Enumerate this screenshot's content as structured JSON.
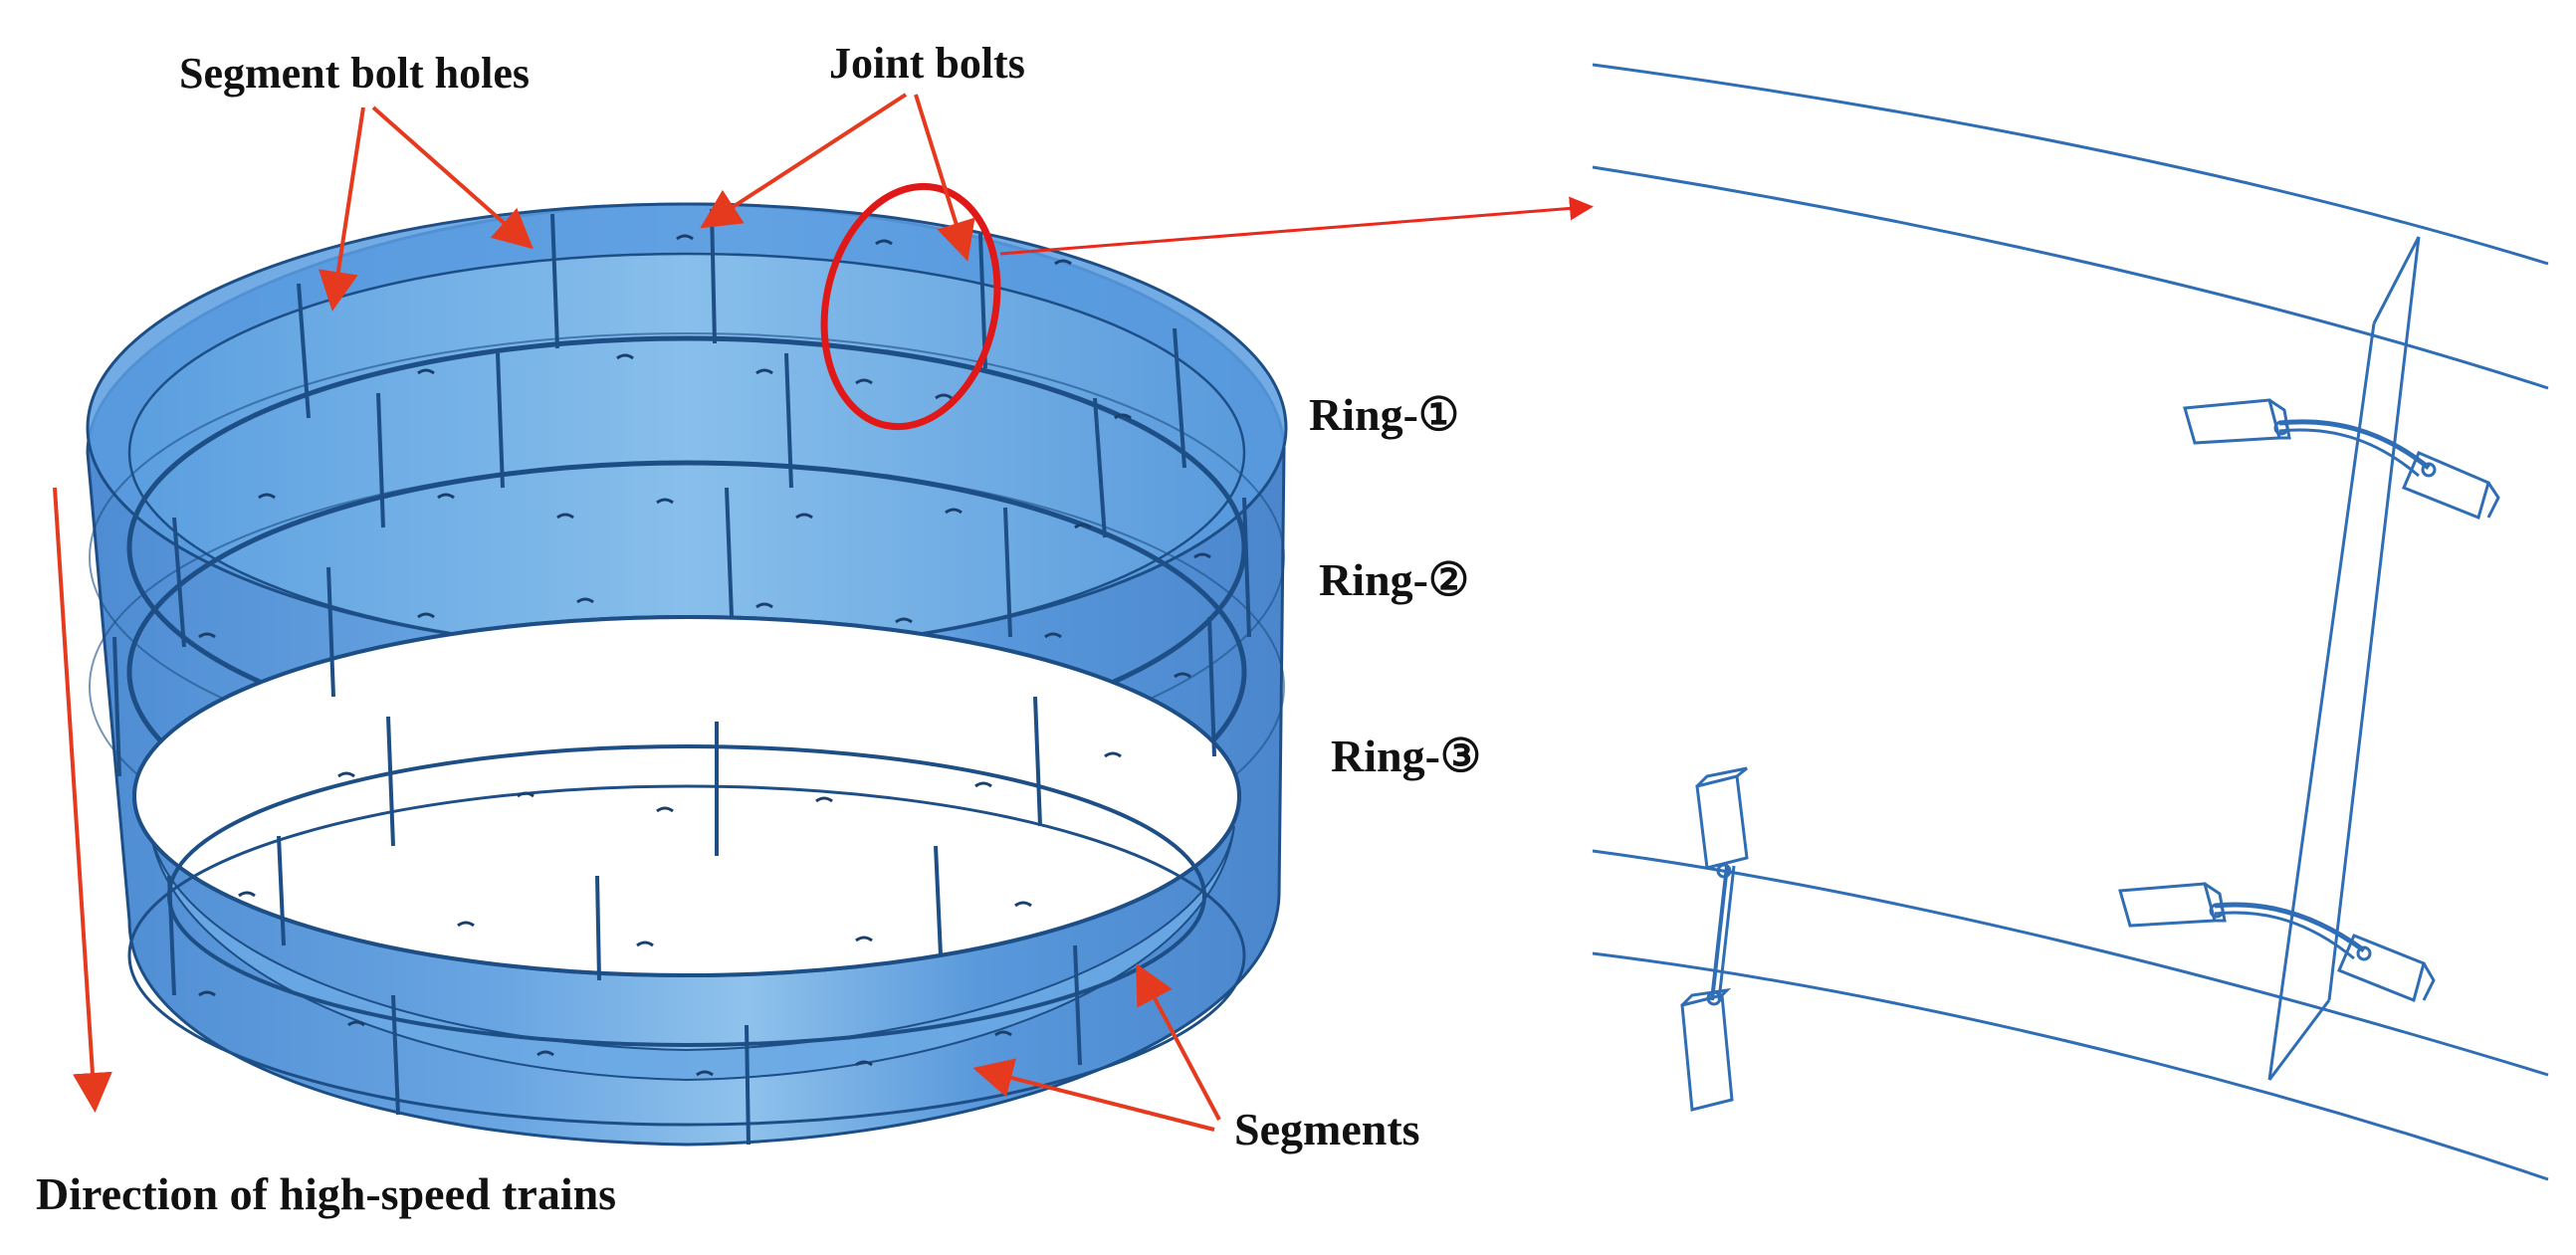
{
  "labels": {
    "segment_bolt_holes": "Segment bolt holes",
    "joint_bolts": "Joint bolts",
    "ring_1": "Ring-①",
    "ring_2": "Ring-②",
    "ring_3": "Ring-③",
    "segments": "Segments",
    "direction": "Direction of high-speed trains"
  },
  "colors": {
    "segment_fill": "#4a90d9",
    "segment_fill_light": "#7fb4e6",
    "outline_dark": "#1d4f86",
    "arrow_red": "#e63a1f",
    "highlight_circle": "#e01818",
    "detail_line": "#2f6db5",
    "text": "#111111"
  },
  "icons": {
    "ring_model": "tunnel-lining-ring-model",
    "detail_view": "joint-bolt-wireframe-detail"
  }
}
